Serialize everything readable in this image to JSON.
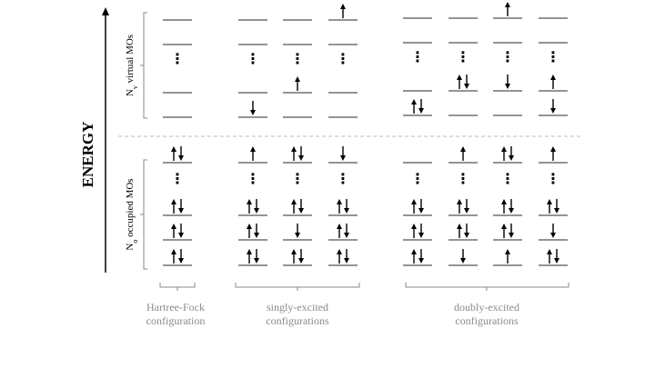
{
  "energy_label": "ENERGY",
  "virtual": {
    "label": "N",
    "subscript": "v",
    "label_rest": " virtual MOs"
  },
  "occupied": {
    "label": "N",
    "subscript": "o",
    "label_rest": " occupied MOs"
  },
  "groups": [
    {
      "id": "hf",
      "lines": [
        "Hartree-Fock",
        "configuration"
      ]
    },
    {
      "id": "singly",
      "lines": [
        "singly-excited",
        "configurations"
      ]
    },
    {
      "id": "doubly",
      "lines": [
        "doubly-excited",
        "configurations"
      ]
    }
  ],
  "ellipsis": "⋮",
  "columns": [
    {
      "id": "hf",
      "occupied": [
        "ud",
        "ud",
        "ud",
        "ud"
      ],
      "virtual": null
    },
    {
      "id": "s1",
      "occupied": [
        "ud",
        "ud",
        "ud",
        "u"
      ],
      "virtual": [
        "d",
        "",
        "",
        ""
      ]
    },
    {
      "id": "s2",
      "occupied": [
        "ud",
        "d",
        "ud",
        "ud"
      ],
      "virtual": [
        "",
        "u",
        "",
        ""
      ]
    },
    {
      "id": "s3",
      "occupied": [
        "ud",
        "ud",
        "ud",
        "d"
      ],
      "virtual": [
        "",
        "",
        "",
        "u"
      ]
    },
    {
      "id": "d1",
      "occupied": [
        "ud",
        "ud",
        "ud",
        ""
      ],
      "virtual": [
        "ud",
        "",
        "",
        ""
      ]
    },
    {
      "id": "d2",
      "occupied": [
        "d",
        "ud",
        "ud",
        "u"
      ],
      "virtual": [
        "",
        "ud",
        "",
        ""
      ]
    },
    {
      "id": "d3",
      "occupied": [
        "u",
        "ud",
        "ud",
        "ud"
      ],
      "virtual": [
        "",
        "d",
        "",
        "u"
      ]
    },
    {
      "id": "d4",
      "occupied": [
        "ud",
        "d",
        "ud",
        "u"
      ],
      "virtual": [
        "d",
        "u",
        "",
        ""
      ]
    }
  ]
}
